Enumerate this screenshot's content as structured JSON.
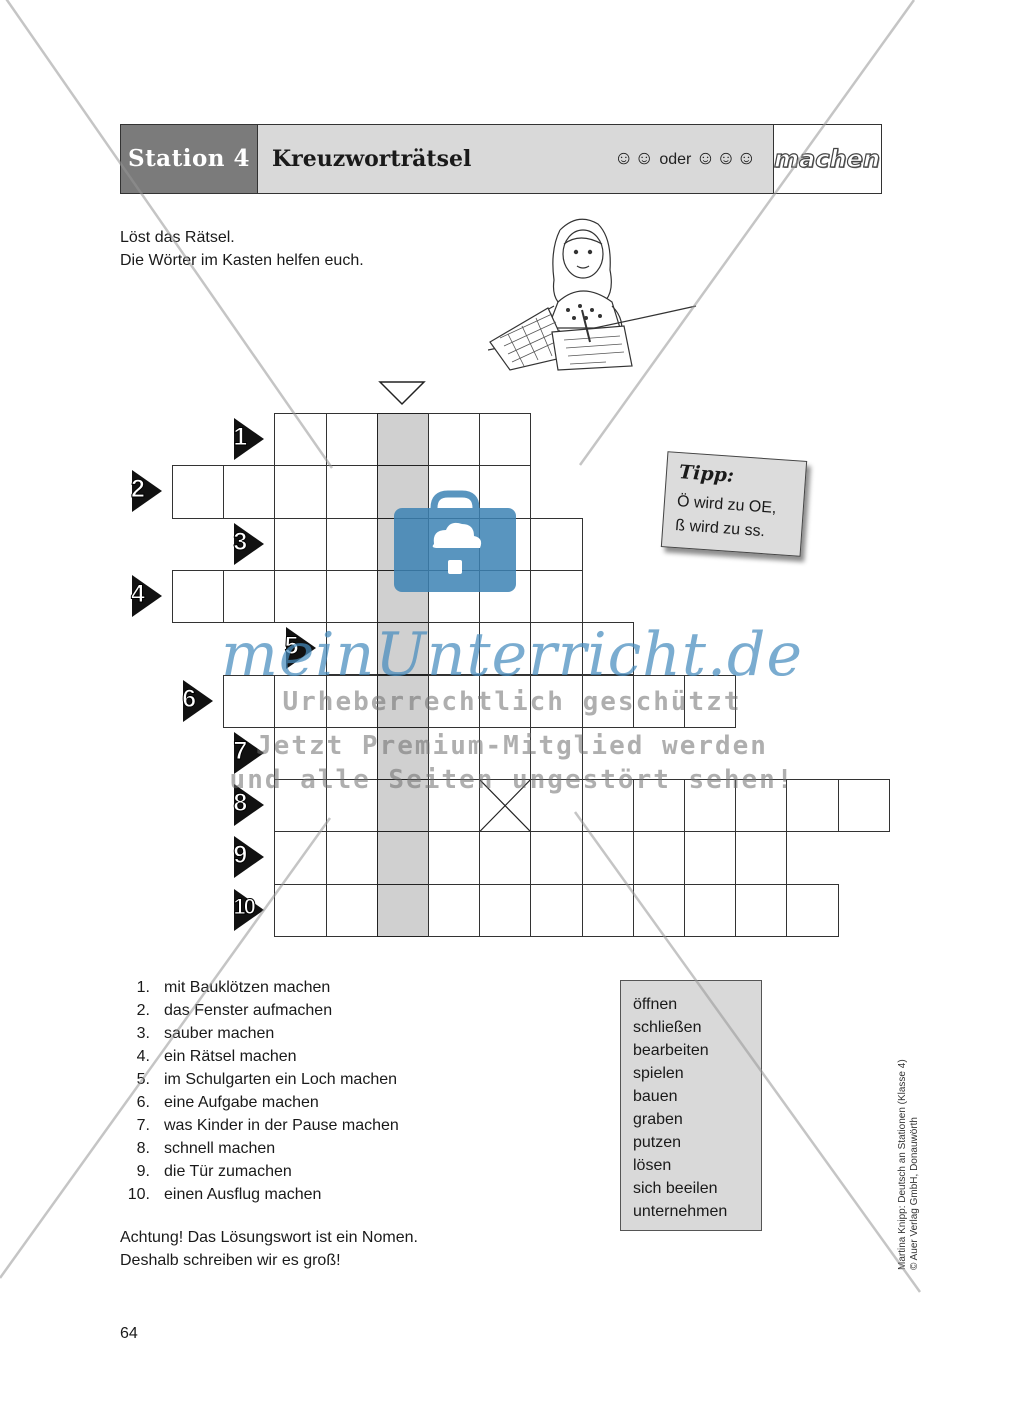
{
  "header": {
    "station": "Station 4",
    "title": "Kreuzworträtsel",
    "rating_a": "☺☺",
    "rating_sep": "oder",
    "rating_b": "☺☺☺",
    "word": "machen"
  },
  "instructions": [
    "Löst das Rätsel.",
    "Die Wörter im Kasten helfen euch."
  ],
  "crossword": {
    "rows": [
      {
        "number": "1",
        "start": 2,
        "length": 5
      },
      {
        "number": "2",
        "start": 0,
        "length": 7
      },
      {
        "number": "3",
        "start": 2,
        "length": 6
      },
      {
        "number": "4",
        "start": 0,
        "length": 8
      },
      {
        "number": "5",
        "start": 3,
        "length": 6
      },
      {
        "number": "6",
        "start": 1,
        "length": 10
      },
      {
        "number": "7",
        "start": 2,
        "length": 6
      },
      {
        "number": "8",
        "start": 2,
        "length": 12
      },
      {
        "number": "9",
        "start": 2,
        "length": 10
      },
      {
        "number": "10",
        "start": 2,
        "length": 11
      }
    ],
    "solution_column": 4,
    "crossed_cell": {
      "row": 7,
      "col": 6
    }
  },
  "tipp": {
    "title": "Tipp:",
    "line1": "Ö wird zu OE,",
    "line2": "ß wird zu ss."
  },
  "clues": [
    {
      "n": "1.",
      "text": "mit Bauklötzen machen"
    },
    {
      "n": "2.",
      "text": "das Fenster aufmachen"
    },
    {
      "n": "3.",
      "text": "sauber machen"
    },
    {
      "n": "4.",
      "text": "ein Rätsel machen"
    },
    {
      "n": "5.",
      "text": "im Schulgarten ein Loch machen"
    },
    {
      "n": "6.",
      "text": "eine Aufgabe machen"
    },
    {
      "n": "7.",
      "text": "was Kinder in der Pause machen"
    },
    {
      "n": "8.",
      "text": "schnell machen"
    },
    {
      "n": "9.",
      "text": "die Tür zumachen"
    },
    {
      "n": "10.",
      "text": "einen Ausflug machen"
    }
  ],
  "word_box": [
    "öffnen",
    "schließen",
    "bearbeiten",
    "spielen",
    "bauen",
    "graben",
    "putzen",
    "lösen",
    "sich beeilen",
    "unternehmen"
  ],
  "note": [
    "Achtung! Das Lösungswort ist ein Nomen.",
    "Deshalb schreiben wir es groß!"
  ],
  "page_number": "64",
  "copyright": [
    "Martina Knipp: Deutsch an Stationen (Klasse 4)",
    "© Auer Verlag GmbH, Donauwörth"
  ],
  "watermark": {
    "brand": "meinUnterricht.de",
    "line1": "Urheberrechtlich geschützt",
    "line2": "Jetzt Premium-Mitglied werden",
    "line3": "und alle Seiten ungestört sehen!",
    "icon": "briefcase-cloud-icon"
  }
}
